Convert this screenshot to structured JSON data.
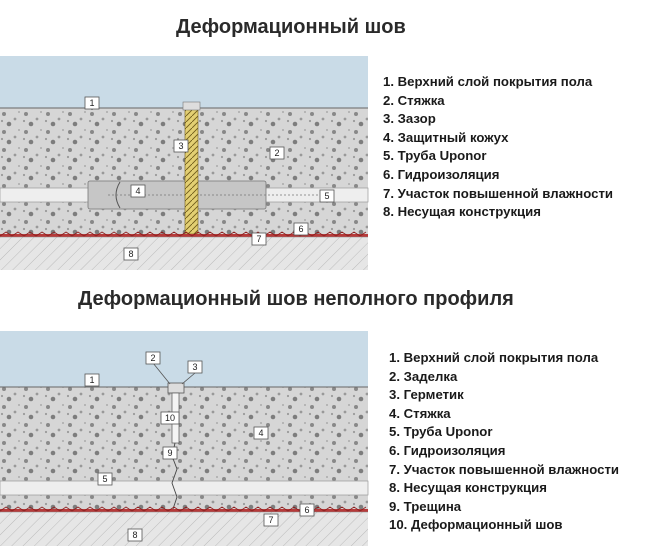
{
  "diagram1": {
    "title": "Деформационный шов",
    "legend": [
      "1. Верхний слой покрытия пола",
      "2. Стяжка",
      "3. Зазор",
      "4. Защитный кожух",
      "5. Труба Uponor",
      "6. Гидроизоляция",
      "7. Участок повышенной влажности",
      "8. Несущая конструкция"
    ],
    "callouts": [
      "1",
      "2",
      "3",
      "4",
      "5",
      "6",
      "7",
      "8"
    ]
  },
  "diagram2": {
    "title": "Деформационный шов неполного профиля",
    "legend": [
      "1. Верхний слой покрытия пола",
      "2. Заделка",
      "3. Герметик",
      "4. Стяжка",
      "5. Труба Uponor",
      "6. Гидроизоляция",
      "7. Участок повышенной влажности",
      "8. Несущая конструкция",
      "9. Трещина",
      "10. Деформационный шов"
    ],
    "callouts": [
      "1",
      "2",
      "3",
      "10",
      "9",
      "4",
      "5",
      "6",
      "7",
      "8"
    ]
  },
  "colors": {
    "top_layer": "#c9dbe7",
    "screed": "#d3d3d3",
    "pipe": "#eeeeee",
    "membrane": "#b73a3a",
    "base": "#e4e4e4",
    "gap_fill": "#e3cf72"
  }
}
